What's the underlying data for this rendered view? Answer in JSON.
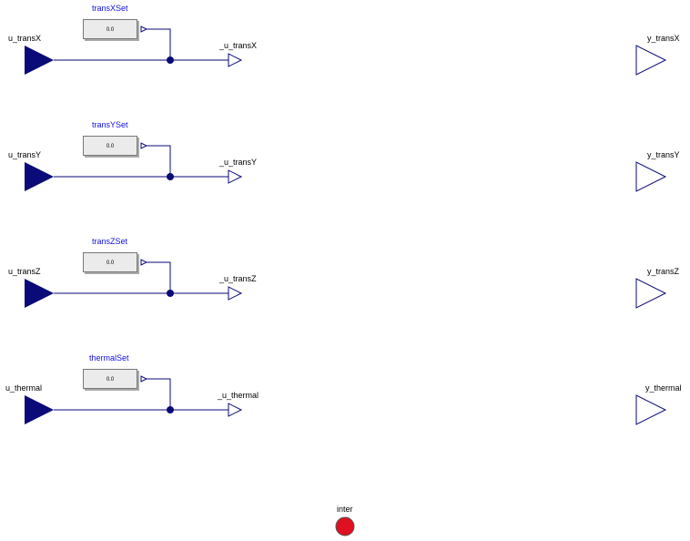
{
  "rows": [
    {
      "input": "u_transX",
      "setpoint_label": "transXSet",
      "setpoint_value": "0.0",
      "inner_out": "_u_transX",
      "output": "y_transX"
    },
    {
      "input": "u_transY",
      "setpoint_label": "transYSet",
      "setpoint_value": "0.0",
      "inner_out": "_u_transY",
      "output": "y_transY"
    },
    {
      "input": "u_transZ",
      "setpoint_label": "transZSet",
      "setpoint_value": "0.0",
      "inner_out": "_u_transZ",
      "output": "y_transZ"
    },
    {
      "input": "u_thermal",
      "setpoint_label": "thermalSet",
      "setpoint_value": "0.0",
      "inner_out": "_u_thermal",
      "output": "y_thermal"
    }
  ],
  "inter_label": "inter",
  "colors": {
    "connector": "#0a0a78",
    "wire": "#0a0a78",
    "setpoint_label": "#1010e0",
    "inter": "#e01020"
  }
}
